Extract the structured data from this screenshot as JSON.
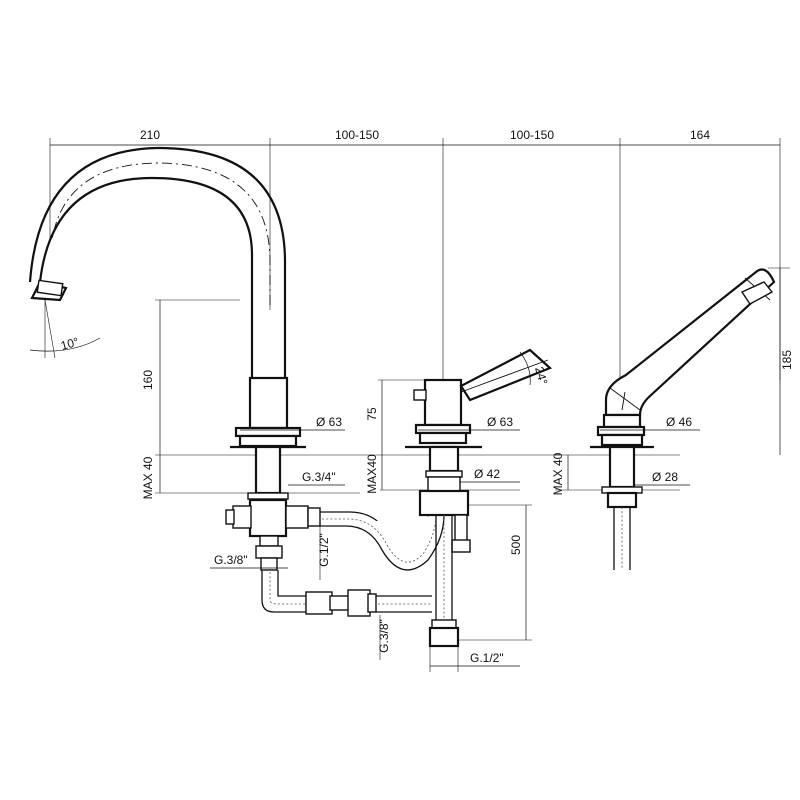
{
  "dimensions": {
    "top": [
      "210",
      "100-150",
      "100-150",
      "164"
    ],
    "spout_height": "160",
    "spout_base_diameter": "Ø 63",
    "spout_deck_max": "MAX 40",
    "spout_inlet_thread": "G.3/4\"",
    "spout_angle": "10°",
    "mixer_height": "75",
    "mixer_diameter": "Ø 63",
    "mixer_lever_angle": "24°",
    "mixer_deck_max": "MAX40",
    "mixer_shank_diameter": "Ø 42",
    "hose_length": "500",
    "mixer_inlet_thread": "G.1/2\"",
    "diverter_outlet_thread": "G.1/2\"",
    "diverter_inlet_thread": "G.3/8\"",
    "hose_connector_thread": "G.3/8\"",
    "handshower_height": "185",
    "handshower_base_diameter": "Ø 46",
    "handshower_deck_max": "MAX 40",
    "handshower_shank_diameter": "Ø 28"
  }
}
